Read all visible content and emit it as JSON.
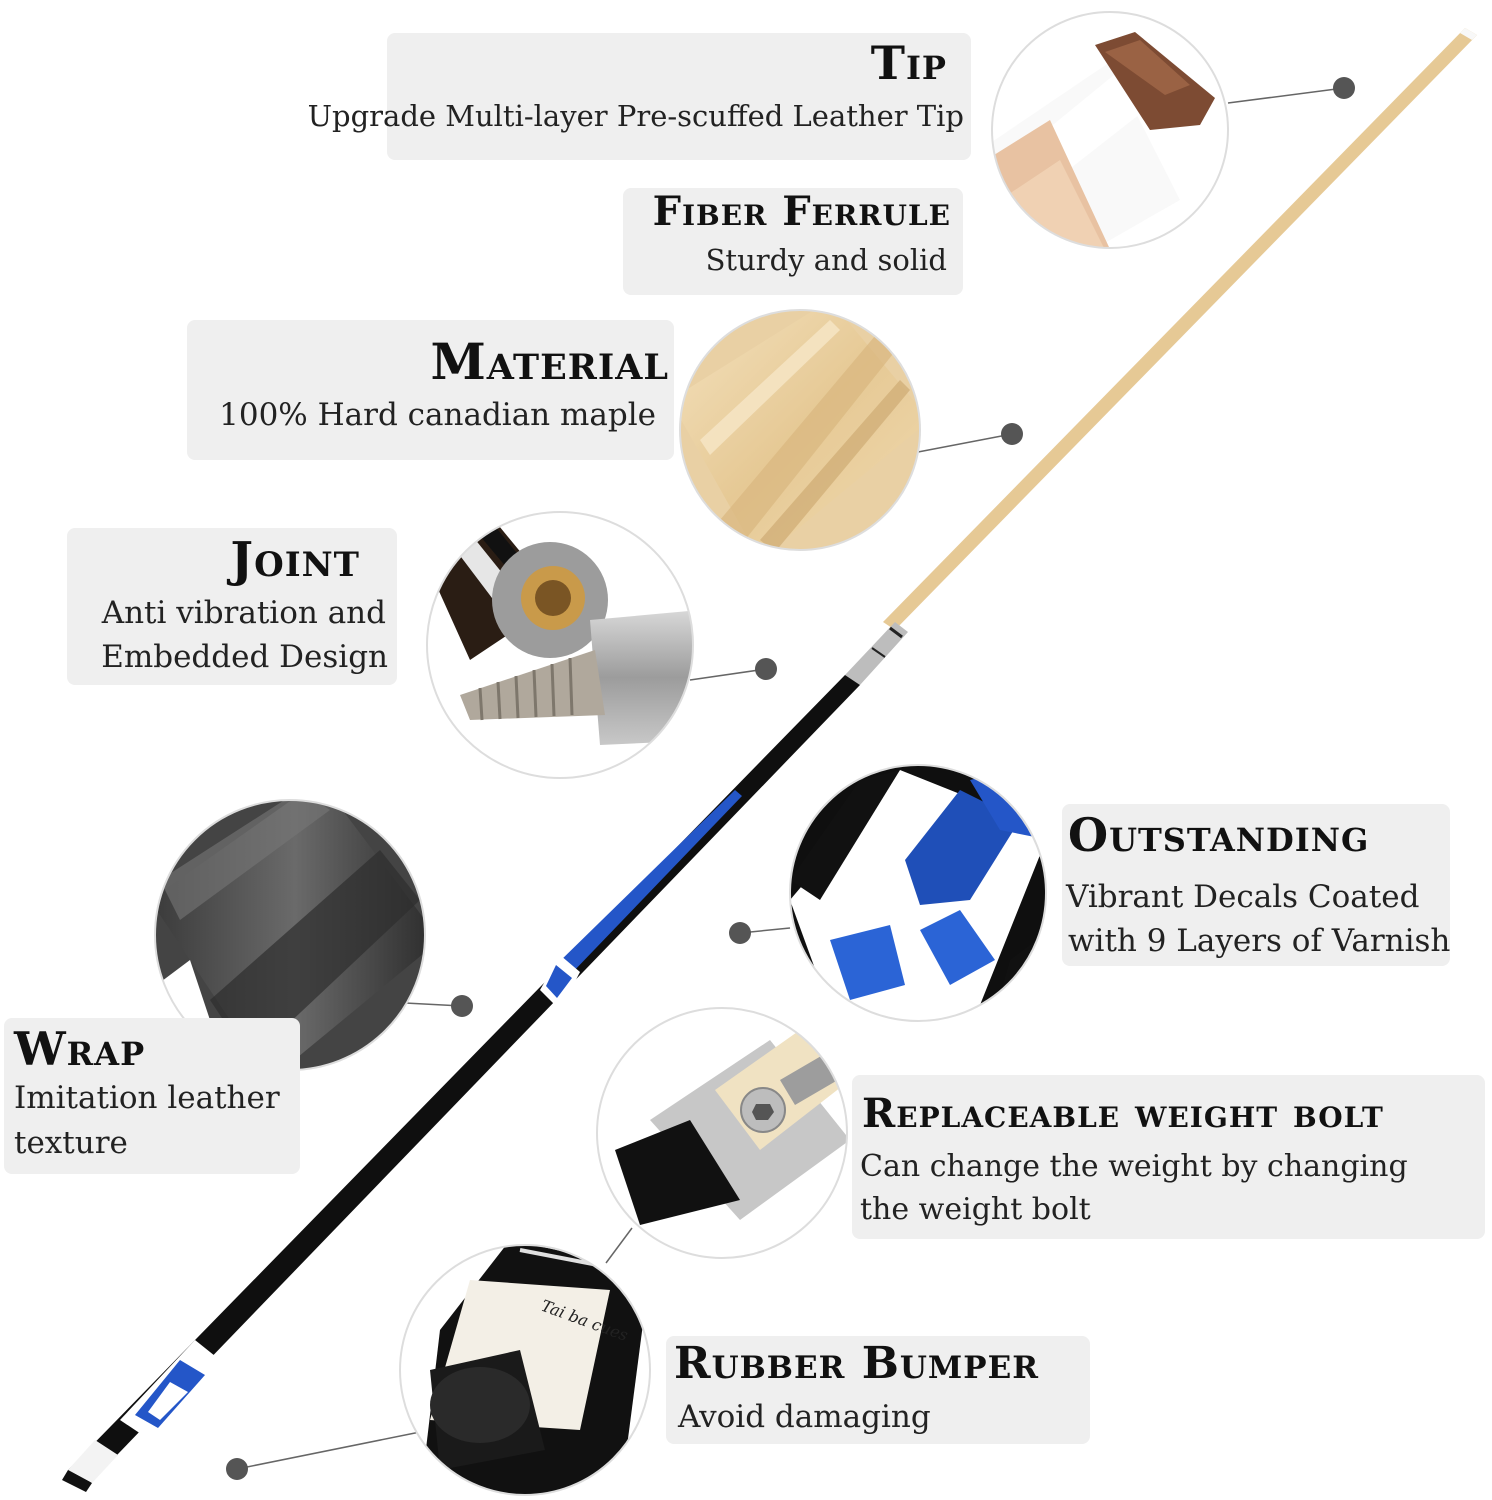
{
  "features": {
    "tip": {
      "title": "Tip",
      "desc": "Upgrade Multi-layer Pre-scuffed Leather Tip"
    },
    "ferrule": {
      "title": "Fiber Ferrule",
      "desc": "Sturdy and solid"
    },
    "material": {
      "title": "Material",
      "desc": "100% Hard canadian maple"
    },
    "joint": {
      "title": "Joint",
      "desc_line1": "Anti vibration and",
      "desc_line2": "Embedded Design"
    },
    "outstanding": {
      "title": "Outstanding",
      "desc_line1": "Vibrant Decals Coated",
      "desc_line2": "with 9 Layers of Varnish"
    },
    "wrap": {
      "title": "Wrap",
      "desc_line1": "Imitation leather",
      "desc_line2": "texture"
    },
    "bolt": {
      "title": "Replaceable weight bolt",
      "desc_line1": "Can change the weight by changing",
      "desc_line2": "the weight bolt"
    },
    "bumper": {
      "title": "Rubber Bumper",
      "desc": "Avoid damaging"
    }
  },
  "logo_text": "Tai ba cues",
  "colors": {
    "background": "#ffffff",
    "label_box": "#efefef",
    "maple": "#e9cfa0",
    "butt": "#0d0d0d",
    "decal_blue": "#1f4fb8",
    "leader_dot": "#555555"
  },
  "icons": [
    "tip-detail-image",
    "maple-detail-image",
    "joint-detail-image",
    "wrap-detail-image",
    "decal-detail-image",
    "weight-bolt-detail-image",
    "bumper-detail-image",
    "pool-cue-image"
  ]
}
